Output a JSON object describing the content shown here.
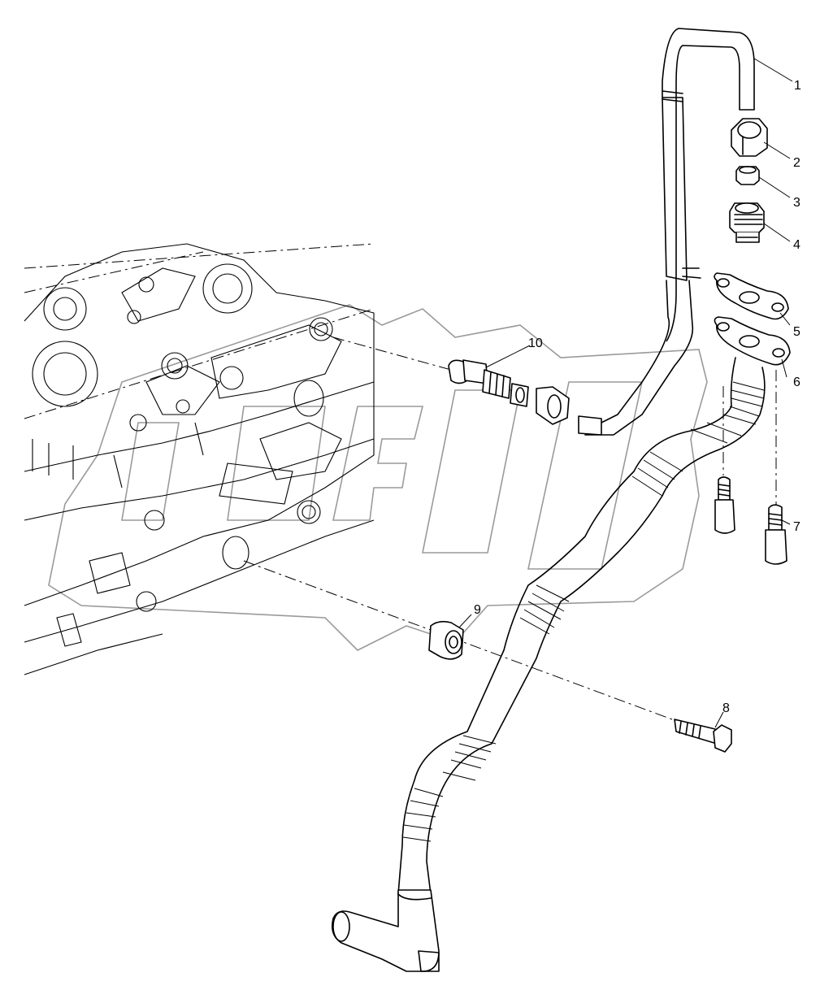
{
  "callouts": [
    {
      "number": "1",
      "part": "pipe"
    },
    {
      "number": "2",
      "part": "union-nut"
    },
    {
      "number": "3",
      "part": "sleeve"
    },
    {
      "number": "4",
      "part": "connector"
    },
    {
      "number": "5",
      "part": "gasket"
    },
    {
      "number": "6",
      "part": "flange-hose"
    },
    {
      "number": "7",
      "part": "stud"
    },
    {
      "number": "8",
      "part": "bolt"
    },
    {
      "number": "9",
      "part": "spacer"
    },
    {
      "number": "10",
      "part": "fitting-set"
    }
  ]
}
